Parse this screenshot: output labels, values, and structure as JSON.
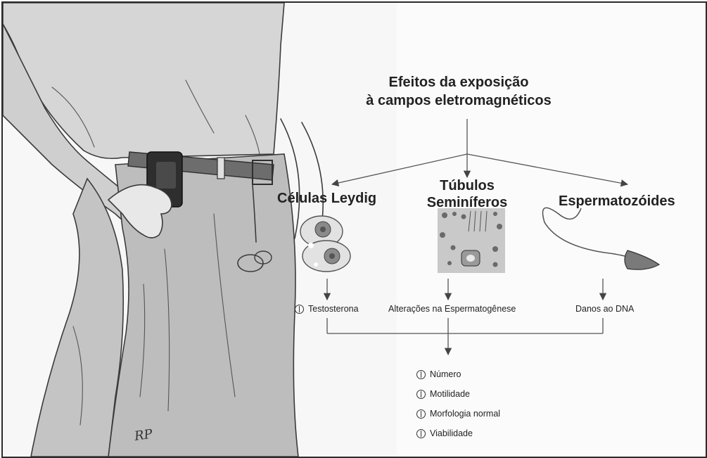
{
  "diagram": {
    "title_line1": "Efeitos da exposição",
    "title_line2": "à campos  eletromagnéticos",
    "targets": [
      {
        "lines": [
          "Células Leydig"
        ],
        "effect": "Testosterona",
        "effect_icon": "decrease-icon"
      },
      {
        "lines": [
          "Túbulos",
          "Seminíferos"
        ],
        "effect": "Alterações na Espermatogênese"
      },
      {
        "lines": [
          "Espermatozóides"
        ],
        "effect": "Danos ao DNA"
      }
    ],
    "results": [
      {
        "label": "Número",
        "icon": "decrease-icon"
      },
      {
        "label": "Motilidade",
        "icon": "decrease-icon"
      },
      {
        "label": "Morfologia normal",
        "icon": "decrease-icon"
      },
      {
        "label": "Viabilidade",
        "icon": "decrease-icon"
      }
    ]
  }
}
